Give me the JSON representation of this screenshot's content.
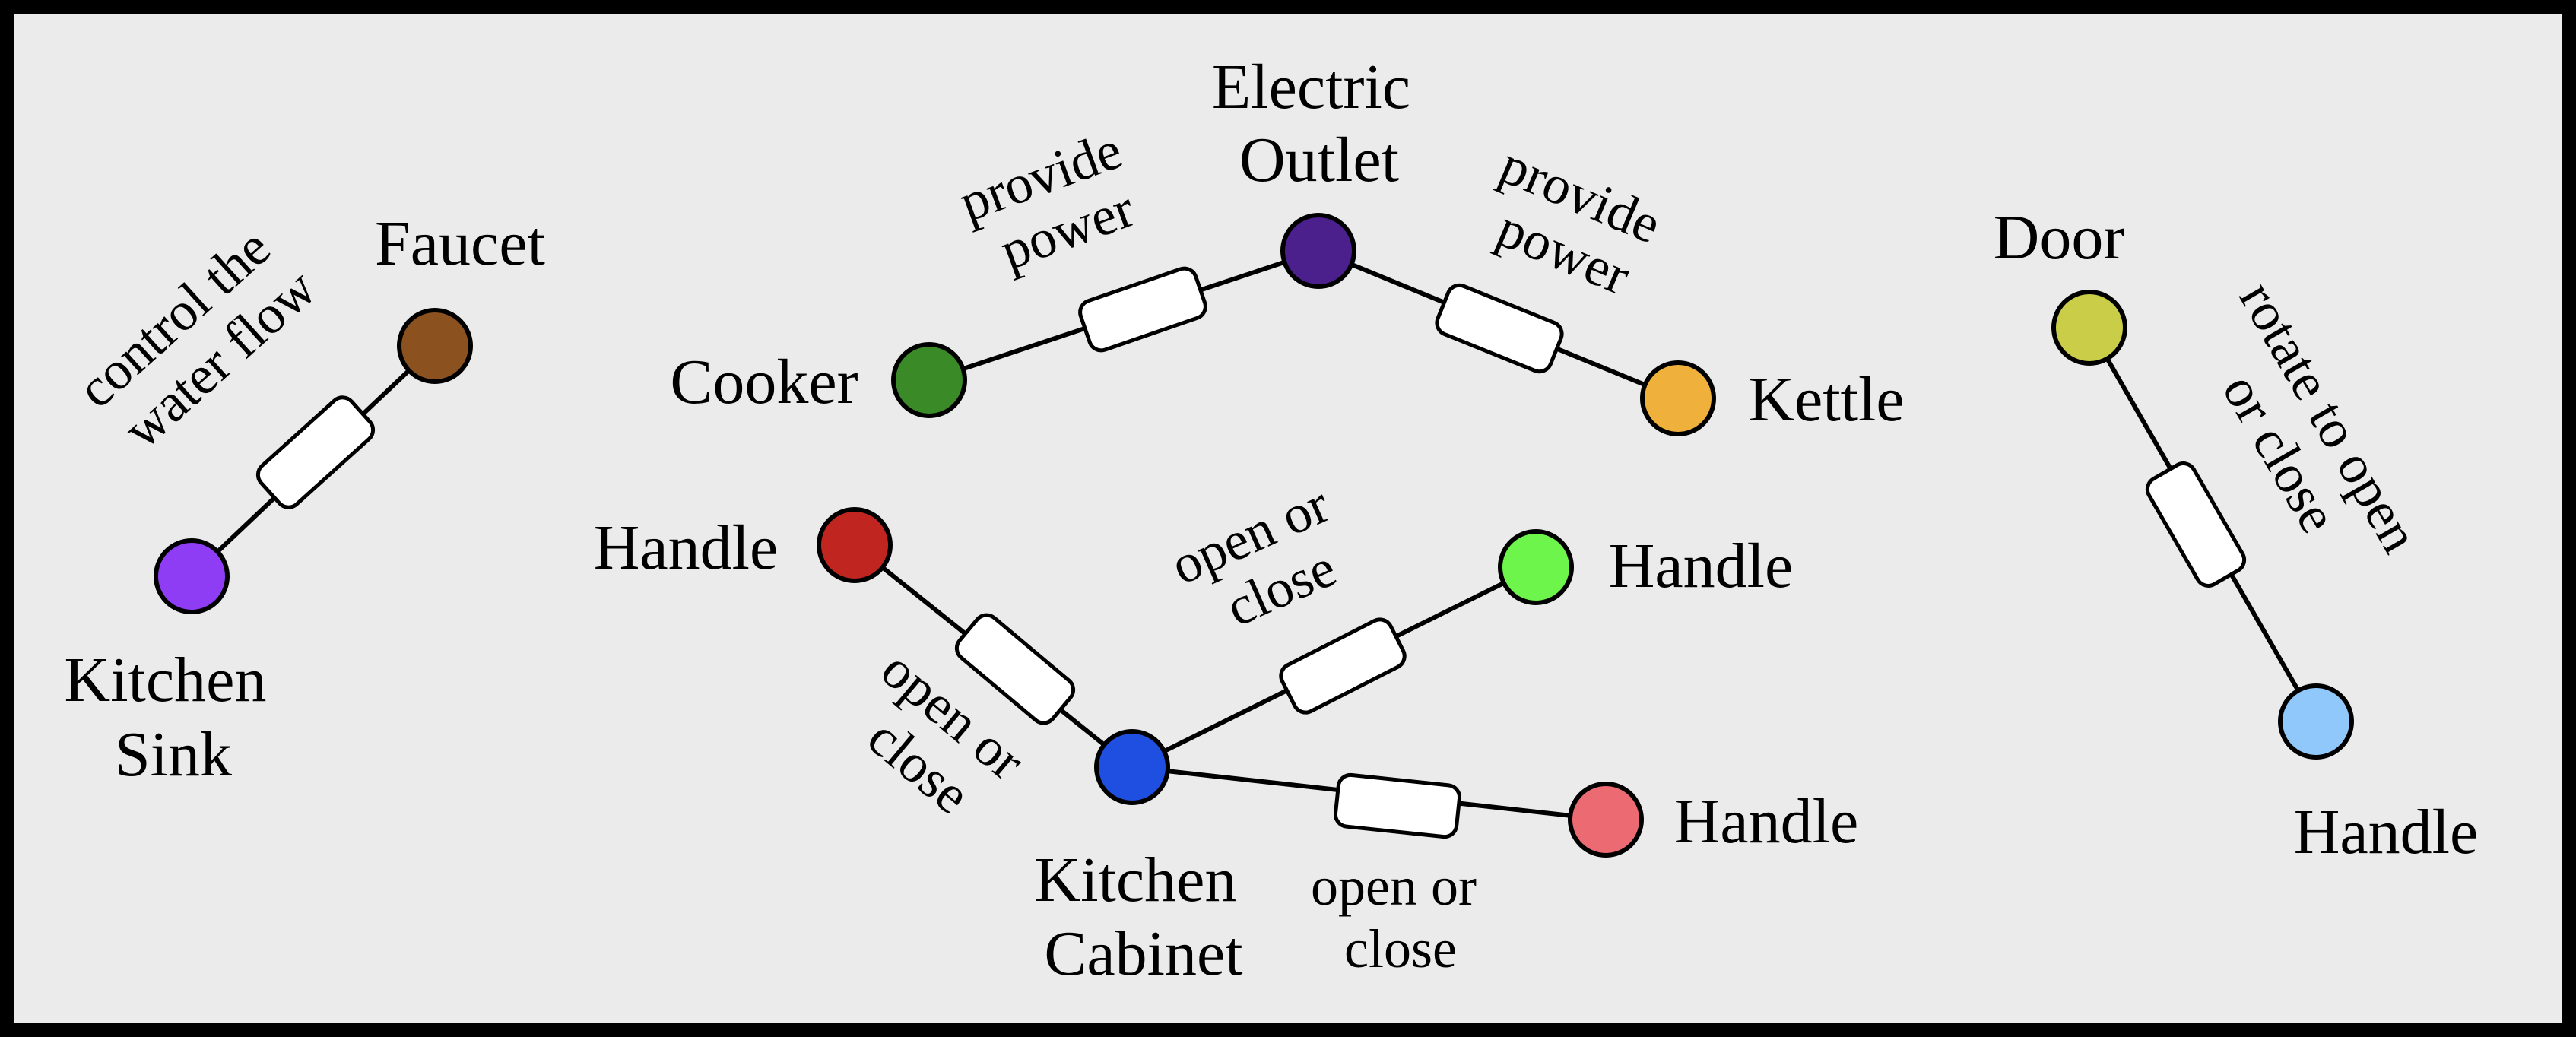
{
  "diagram": {
    "node_labels": {
      "faucet": "Faucet",
      "kitchen_sink_1": "Kitchen",
      "kitchen_sink_2": "Sink",
      "electric_outlet_1": "Electric",
      "electric_outlet_2": "Outlet",
      "cooker": "Cooker",
      "kettle": "Kettle",
      "door": "Door",
      "door_handle": "Handle",
      "cabinet_handle_top_left": "Handle",
      "cabinet_handle_top_right": "Handle",
      "cabinet_handle_bottom_right": "Handle",
      "kitchen_cabinet_1": "Kitchen",
      "kitchen_cabinet_2": "Cabinet"
    },
    "edge_labels": {
      "sink_faucet_1": "control the",
      "sink_faucet_2": "water flow",
      "cooker_outlet_1": "provide",
      "cooker_outlet_2": "power",
      "outlet_kettle_1": "provide",
      "outlet_kettle_2": "power",
      "door_handle_1": "rotate to open",
      "door_handle_2": "or close",
      "cabinet_handle_tl_1": "open or",
      "cabinet_handle_tl_2": "close",
      "cabinet_handle_tr_1": "open or",
      "cabinet_handle_tr_2": "close",
      "cabinet_handle_br_1": "open or",
      "cabinet_handle_br_2": "close"
    },
    "node_colors": {
      "faucet": "#8b5220",
      "kitchen_sink": "#8f3cf5",
      "electric_outlet": "#4b1f8c",
      "cooker": "#3a8a28",
      "kettle": "#f0b03c",
      "door": "#c9cd48",
      "door_handle": "#90c8fb",
      "cabinet_handle_top_left": "#c0261f",
      "cabinet_handle_top_right": "#6df54c",
      "cabinet_handle_bottom_right": "#ec6b72",
      "kitchen_cabinet": "#1f4fe0"
    }
  }
}
